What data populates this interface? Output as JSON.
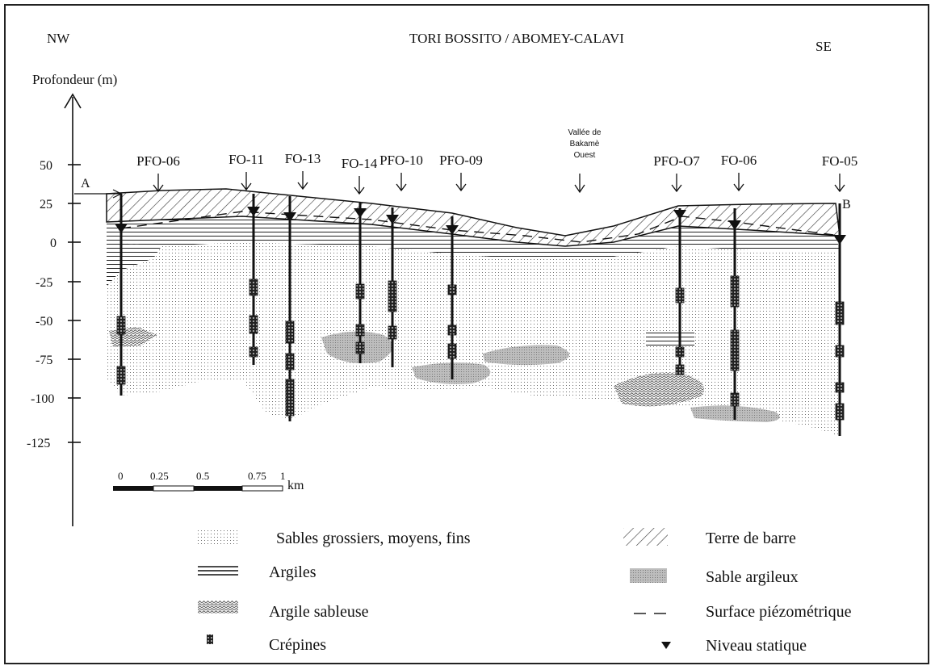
{
  "header": {
    "left_label": "NW",
    "title": "TORI BOSSITO / ABOMEY-CALAVI",
    "right_label": "SE"
  },
  "axis": {
    "label": "Profondeur (m)",
    "ticks": [
      "50",
      "25",
      "0",
      "-25",
      "-50",
      "-75",
      "-100",
      "-125"
    ]
  },
  "section": {
    "start_label": "A",
    "end_label": "B",
    "valley_label": [
      "Vallée de",
      "Bakamè",
      "Ouest"
    ]
  },
  "wells": [
    "PFO-06",
    "FO-11",
    "FO-13",
    "FO-14",
    "PFO-10",
    "PFO-09",
    "PFO-O7",
    "FO-06",
    "FO-05"
  ],
  "scale_bar": {
    "labels": [
      "0",
      "0.25",
      "0.5",
      "0.75",
      "1"
    ],
    "unit": "km"
  },
  "legend": {
    "sables": "Sables grossiers, moyens, fins",
    "argiles": "Argiles",
    "argile_sableuse": "Argile sableuse",
    "crepines": "Crépines",
    "terre_de_barre": "Terre de barre",
    "sable_argileux": "Sable argileux",
    "surface_piezo": "Surface piézométrique",
    "niveau_statique": "Niveau statique"
  }
}
